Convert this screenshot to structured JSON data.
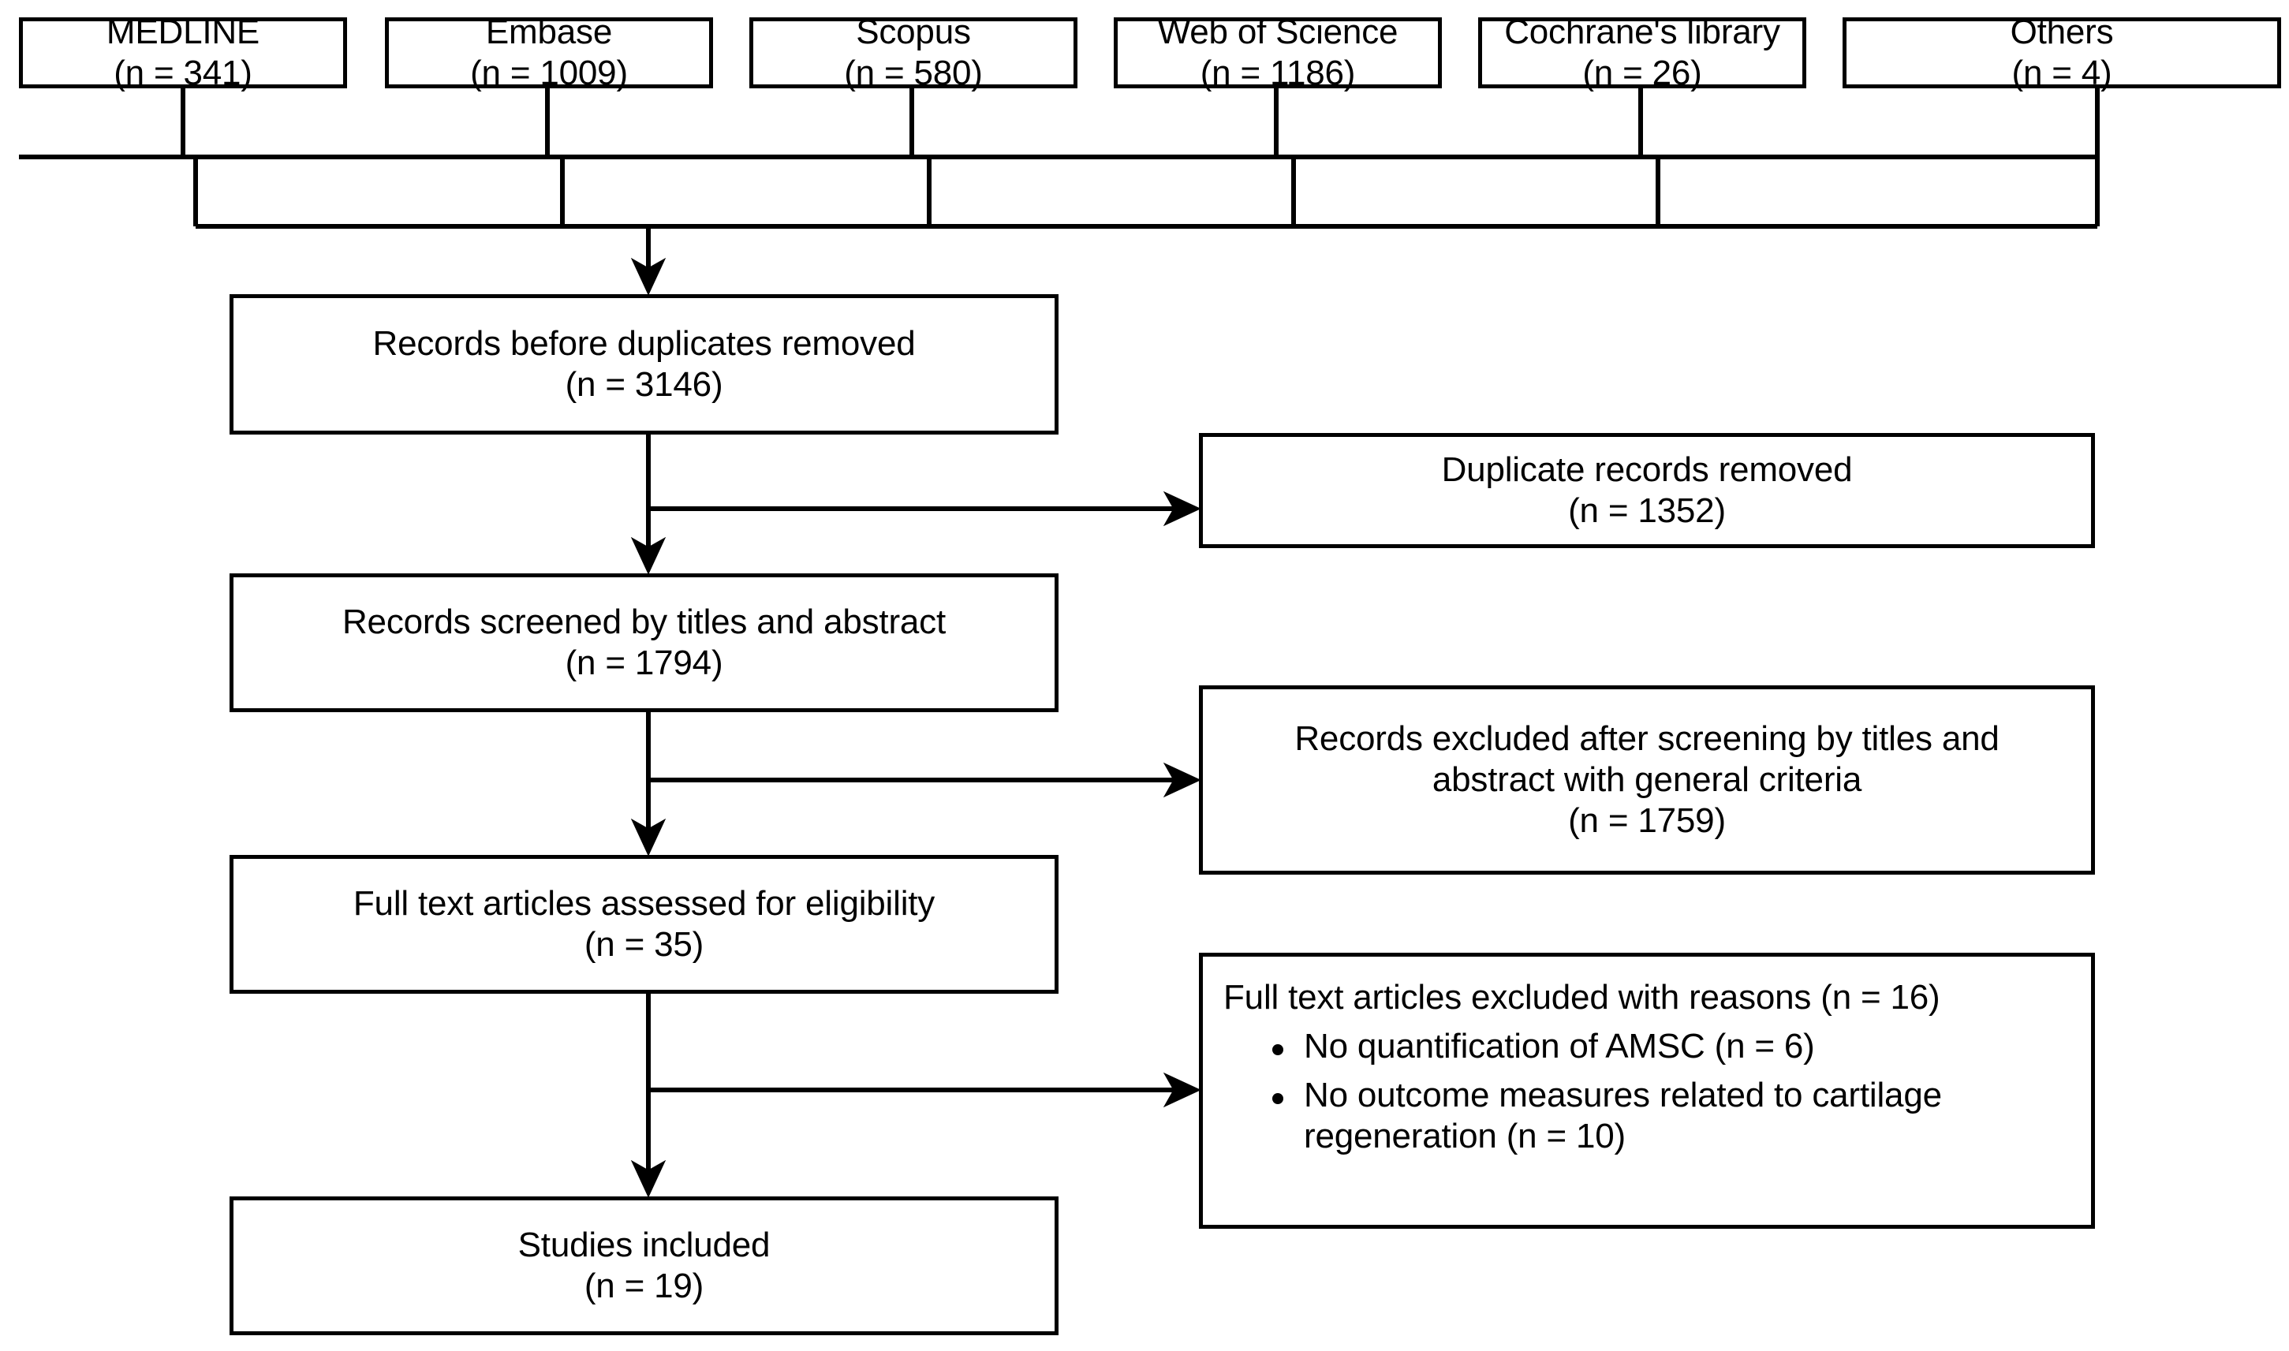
{
  "diagram": {
    "type": "prisma-flow-diagram",
    "line_color": "#000000",
    "box_fill": "#ffffff",
    "background": "#ffffff"
  },
  "sources": [
    {
      "name": "MEDLINE",
      "count_label": "(n = 341)"
    },
    {
      "name": "Embase",
      "count_label": "(n = 1009)"
    },
    {
      "name": "Scopus",
      "count_label": "(n = 580)"
    },
    {
      "name": "Web of Science",
      "count_label": "(n = 1186)"
    },
    {
      "name": "Cochrane's library",
      "count_label": "(n = 26)"
    },
    {
      "name": "Others",
      "count_label": "(n = 4)"
    }
  ],
  "flow": {
    "before_duplicates": {
      "label": "Records before duplicates removed",
      "count_label": "(n = 3146)"
    },
    "screened": {
      "label": "Records screened by titles and abstract",
      "count_label": "(n = 1794)"
    },
    "full_text_assessed": {
      "label": "Full text articles assessed for eligibility",
      "count_label": "(n = 35)"
    },
    "included": {
      "label": "Studies included",
      "count_label": "(n = 19)"
    }
  },
  "exclusions": {
    "duplicates_removed": {
      "label": "Duplicate records removed",
      "count_label": "(n = 1352)"
    },
    "screening_excluded": {
      "line1": "Records excluded after screening by titles and",
      "line2": "abstract with general criteria",
      "count_label": "(n = 1759)"
    },
    "full_text_excluded": {
      "heading": "Full text articles excluded with reasons (n = 16)",
      "reasons": [
        "No quantification of AMSC (n = 6)",
        "No outcome measures related to cartilage regeneration (n = 10)"
      ]
    }
  },
  "chart_data": {
    "type": "table",
    "title": "PRISMA study selection flow",
    "nodes": [
      {
        "id": "medline",
        "label": "MEDLINE",
        "n": 341
      },
      {
        "id": "embase",
        "label": "Embase",
        "n": 1009
      },
      {
        "id": "scopus",
        "label": "Scopus",
        "n": 580
      },
      {
        "id": "wos",
        "label": "Web of Science",
        "n": 1186
      },
      {
        "id": "cochrane",
        "label": "Cochrane's library",
        "n": 26
      },
      {
        "id": "others",
        "label": "Others",
        "n": 4
      },
      {
        "id": "before_dup",
        "label": "Records before duplicates removed",
        "n": 3146
      },
      {
        "id": "dup_rem",
        "label": "Duplicate records removed",
        "n": 1352
      },
      {
        "id": "screened",
        "label": "Records screened by titles and abstract",
        "n": 1794
      },
      {
        "id": "scr_excl",
        "label": "Records excluded after screening by titles and abstract with general criteria",
        "n": 1759
      },
      {
        "id": "fulltext",
        "label": "Full text articles assessed for eligibility",
        "n": 35
      },
      {
        "id": "ft_excl",
        "label": "Full text articles excluded with reasons",
        "n": 16
      },
      {
        "id": "ft_excl_a",
        "label": "No quantification of AMSC",
        "n": 6
      },
      {
        "id": "ft_excl_b",
        "label": "No outcome measures related to cartilage regeneration",
        "n": 10
      },
      {
        "id": "included",
        "label": "Studies included",
        "n": 19
      }
    ],
    "edges": [
      [
        "medline",
        "before_dup"
      ],
      [
        "embase",
        "before_dup"
      ],
      [
        "scopus",
        "before_dup"
      ],
      [
        "wos",
        "before_dup"
      ],
      [
        "cochrane",
        "before_dup"
      ],
      [
        "others",
        "before_dup"
      ],
      [
        "before_dup",
        "dup_rem"
      ],
      [
        "before_dup",
        "screened"
      ],
      [
        "screened",
        "scr_excl"
      ],
      [
        "screened",
        "fulltext"
      ],
      [
        "fulltext",
        "ft_excl"
      ],
      [
        "fulltext",
        "included"
      ]
    ]
  }
}
